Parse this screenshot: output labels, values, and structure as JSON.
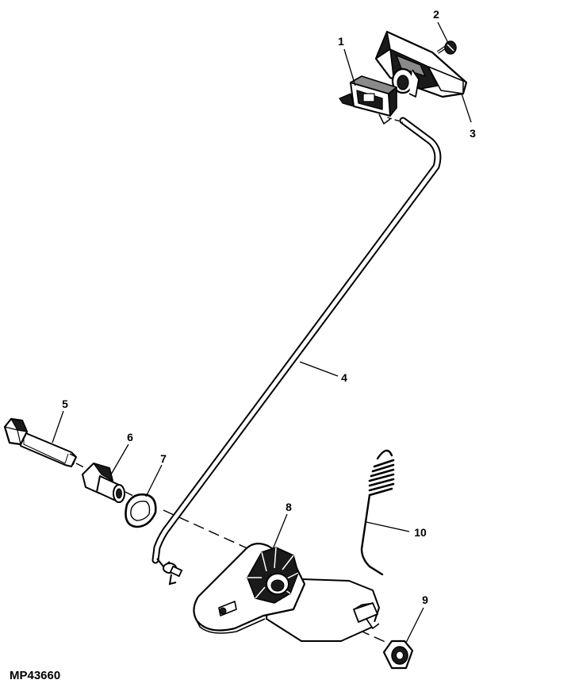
{
  "figure_id": "MP43660",
  "callouts": [
    {
      "label": "1",
      "part": "bracket-clip"
    },
    {
      "label": "2",
      "part": "screw"
    },
    {
      "label": "3",
      "part": "pedal-cover"
    },
    {
      "label": "4",
      "part": "control-rod"
    },
    {
      "label": "5",
      "part": "hex-bolt"
    },
    {
      "label": "6",
      "part": "flanged-bushing"
    },
    {
      "label": "7",
      "part": "retainer-clip"
    },
    {
      "label": "8",
      "part": "bellcrank-arm"
    },
    {
      "label": "9",
      "part": "lock-nut"
    },
    {
      "label": "10",
      "part": "extension-spring"
    }
  ],
  "colors": {
    "line": "#000000",
    "fill": "#ffffff",
    "shade": "#1a1a1a",
    "mid": "#8a8a8a"
  }
}
